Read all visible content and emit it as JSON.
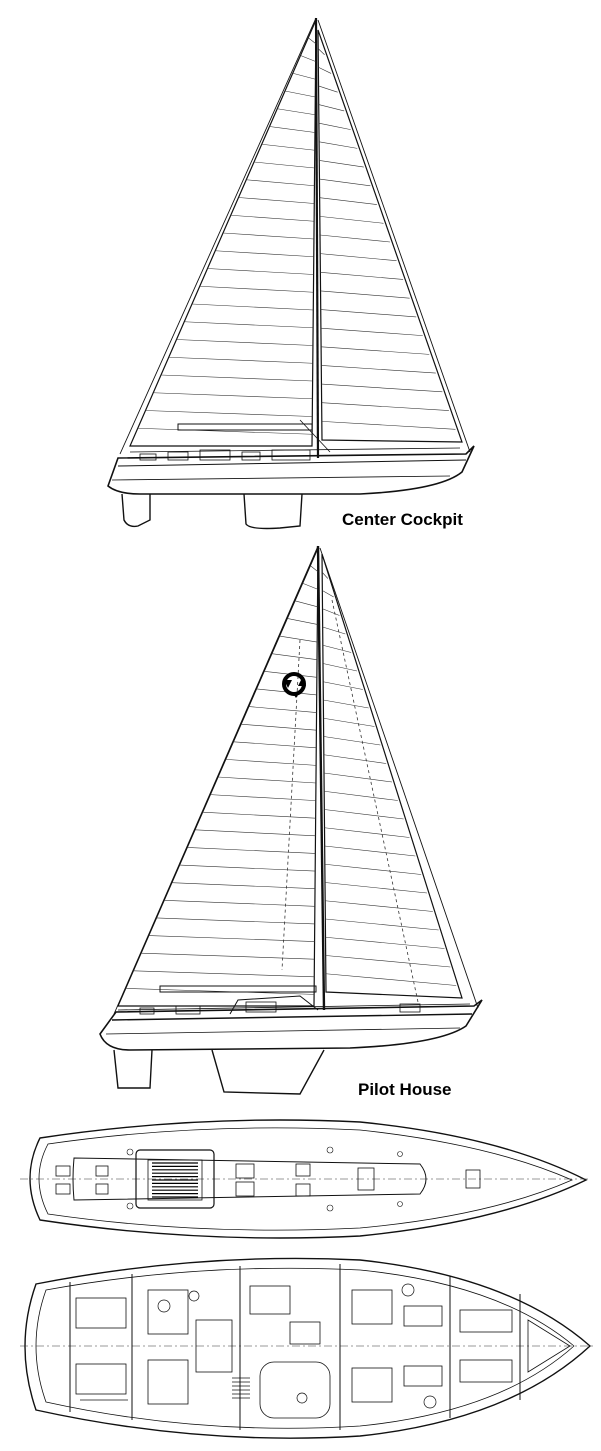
{
  "elevations": [
    {
      "caption": "Center Cockpit"
    },
    {
      "caption": "Pilot House"
    }
  ],
  "plans": [
    {
      "view": "deck-plan"
    },
    {
      "view": "interior-layout"
    }
  ]
}
